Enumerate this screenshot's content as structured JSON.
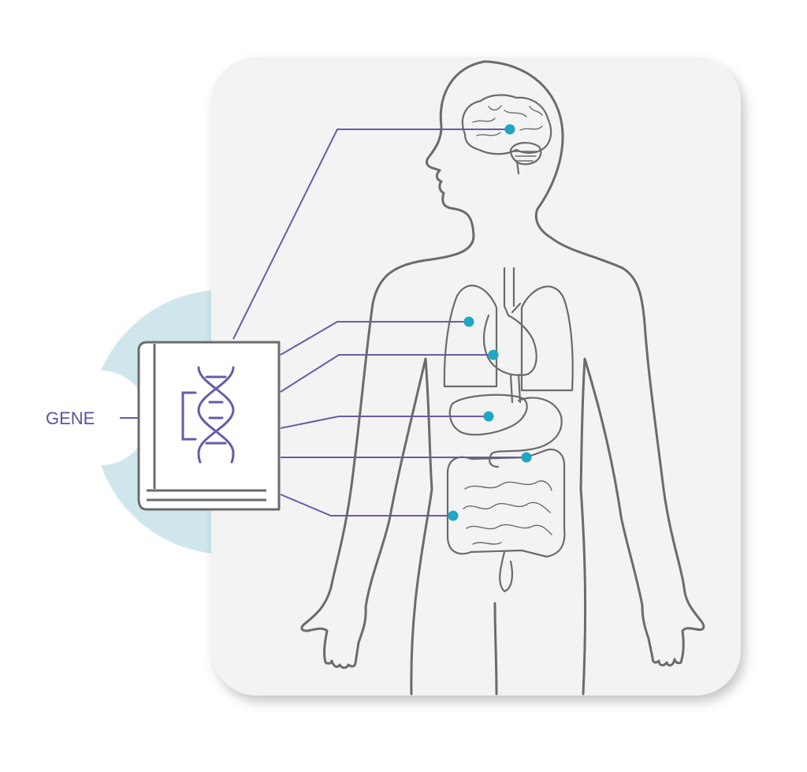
{
  "label": {
    "gene": "GENE"
  },
  "colors": {
    "panel": "#f3f3f3",
    "halo": "#cfe7ec",
    "outline": "#6b6b6b",
    "leader": "#6a5aa8",
    "marker": "#1fa6c3"
  },
  "icons": {
    "book": "book-icon",
    "dna": "dna-helix-icon",
    "body": "human-body-outline"
  },
  "organs": [
    "brain",
    "lungs",
    "heart",
    "liver",
    "stomach",
    "intestines"
  ]
}
